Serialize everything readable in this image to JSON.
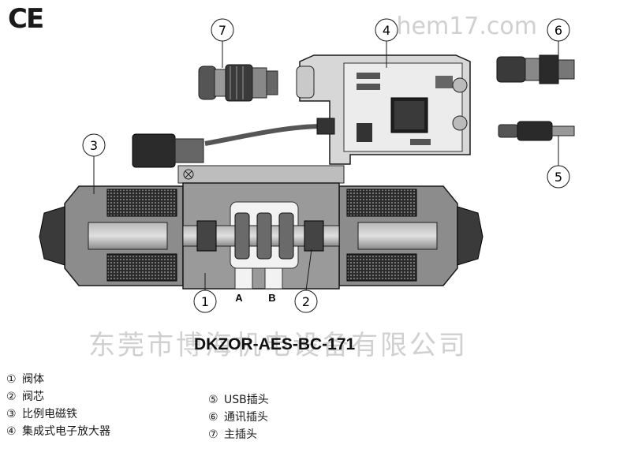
{
  "mark": "CE",
  "watermark_top": "chem17.com",
  "watermark_mid": "东莞市博海机电设备有限公司",
  "model": "DKZOR-AES-BC-171",
  "ports": {
    "a": "A",
    "b": "B"
  },
  "callouts": {
    "c1": "1",
    "c2": "2",
    "c3": "3",
    "c4": "4",
    "c5": "5",
    "c6": "6",
    "c7": "7"
  },
  "legend": [
    {
      "num": "①",
      "label": "阀体"
    },
    {
      "num": "②",
      "label": "阀芯"
    },
    {
      "num": "③",
      "label": "比例电磁铁"
    },
    {
      "num": "④",
      "label": "集成式电子放大器"
    },
    {
      "num": "⑤",
      "label": "USB插头"
    },
    {
      "num": "⑥",
      "label": "通讯插头"
    },
    {
      "num": "⑦",
      "label": "主插头"
    }
  ],
  "colors": {
    "body": "#8c8c8c",
    "coil": "#2b2b2b",
    "board": "#e8e8e8",
    "line": "#1a1a1a"
  }
}
